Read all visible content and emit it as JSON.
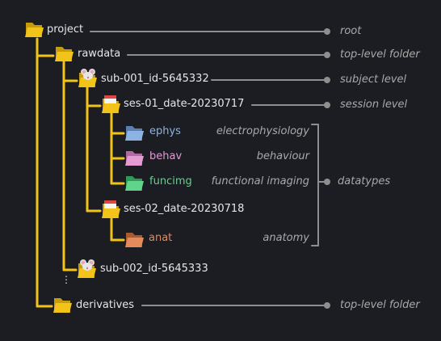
{
  "colors": {
    "tree_line": "#f2c318",
    "folder": "#f2c318",
    "annotation_line": "#8e8e8e",
    "ephys": "#8db3e2",
    "behav": "#e39bd2",
    "funcimg": "#5fd48a",
    "anat": "#e38b5a"
  },
  "nodes": {
    "project": {
      "label": "project",
      "icon": "folder-icon"
    },
    "rawdata": {
      "label": "rawdata",
      "icon": "folder-icon"
    },
    "sub_001": {
      "label": "sub-001_id-5645332",
      "icon": "mouse-icon"
    },
    "ses_01": {
      "label": "ses-01_date-20230717",
      "icon": "calendar-folder-icon"
    },
    "ephys": {
      "label": "ephys",
      "icon": "folder-icon"
    },
    "behav": {
      "label": "behav",
      "icon": "folder-icon"
    },
    "funcimg": {
      "label": "funcimg",
      "icon": "folder-icon"
    },
    "ses_02": {
      "label": "ses-02_date-20230718",
      "icon": "calendar-folder-icon"
    },
    "anat": {
      "label": "anat",
      "icon": "folder-icon"
    },
    "sub_002": {
      "label": "sub-002_id-5645333",
      "icon": "mouse-icon"
    },
    "ellipsis": {
      "label": "⋮"
    },
    "derivatives": {
      "label": "derivatives",
      "icon": "folder-icon"
    }
  },
  "annotations": {
    "root": "root",
    "top_level_rawdata": "top-level folder",
    "subject_level": "subject level",
    "session_level": "session level",
    "ephys": "electrophysiology",
    "behav": "behaviour",
    "funcimg": "functional imaging",
    "datatypes": "datatypes",
    "anat": "anatomy",
    "top_level_derivatives": "top-level folder"
  }
}
